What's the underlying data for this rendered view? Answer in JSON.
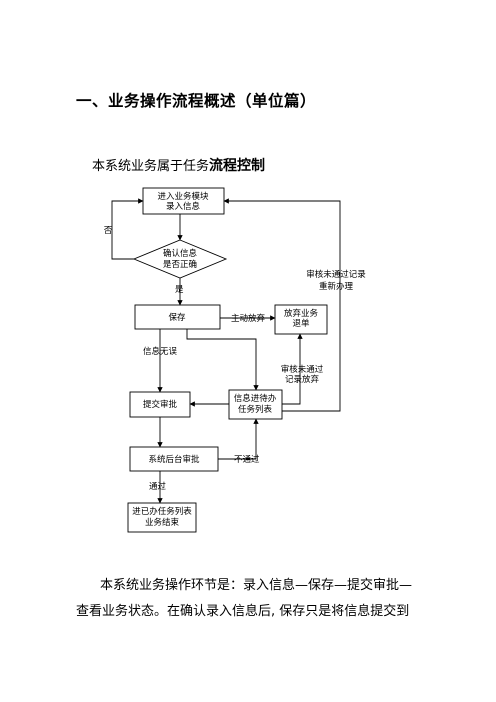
{
  "heading": "一、业务操作流程概述（单位篇）",
  "subheading": {
    "prefix": "本系统业务属于任务",
    "emphasis": "流程控制"
  },
  "flow": {
    "enter_module": [
      "进入业务模块",
      "录入信息"
    ],
    "confirm": [
      "确认信息",
      "是否正确"
    ],
    "no_label": "否",
    "yes_label": "是",
    "save": "保存",
    "active_abandon": "主动放弃",
    "abandon_return": [
      "放弃业务",
      "退单"
    ],
    "review_rejected_redo": [
      "审核未通过记录",
      "重新办理"
    ],
    "info_no_error": "信息无误",
    "submit_review": "提交审批",
    "pending_list": [
      "信息进待办",
      "任务列表"
    ],
    "review_rejected_abandon": [
      "审核未通过",
      "记录放弃"
    ],
    "backend_review": "系统后台审批",
    "not_passed": "不通过",
    "passed": "通过",
    "done_list": [
      "进已办任务列表",
      "业务结束"
    ]
  },
  "paragraph": {
    "line1": "本系统业务操作环节是：录入信息—保存—提交审批—",
    "line2": "查看业务状态。在确认录入信息后, 保存只是将信息提交到"
  }
}
